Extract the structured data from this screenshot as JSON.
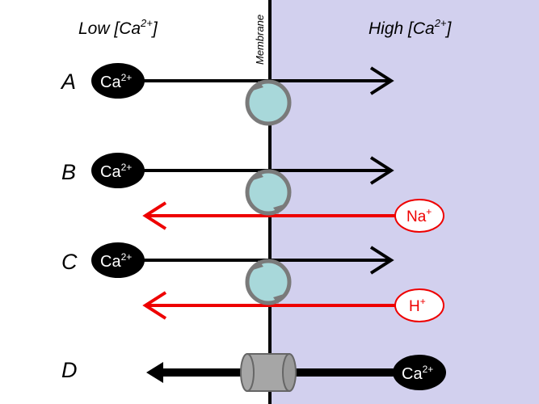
{
  "colors": {
    "high_side_bg": "#d2d0ee",
    "ion_black": "#000000",
    "antiport_red": "#ee0000",
    "transporter_fill": "#a8d8da",
    "transporter_stroke": "#7a7a7a",
    "channel_fill": "#a6a6a6"
  },
  "headers": {
    "low_prefix": "Low [Ca",
    "low_sup": "2+",
    "low_suffix": "]",
    "high_prefix": "High [Ca",
    "high_sup": "2+",
    "high_suffix": "]",
    "membrane": "Membrane"
  },
  "rows": [
    {
      "label": "A",
      "ion": "Ca",
      "ion_sup": "2+"
    },
    {
      "label": "B",
      "ion": "Ca",
      "ion_sup": "2+",
      "counter_ion": "Na",
      "counter_sup": "+"
    },
    {
      "label": "C",
      "ion": "Ca",
      "ion_sup": "2+",
      "counter_ion": "H",
      "counter_sup": "+"
    },
    {
      "label": "D",
      "ion": "Ca",
      "ion_sup": "2+"
    }
  ]
}
